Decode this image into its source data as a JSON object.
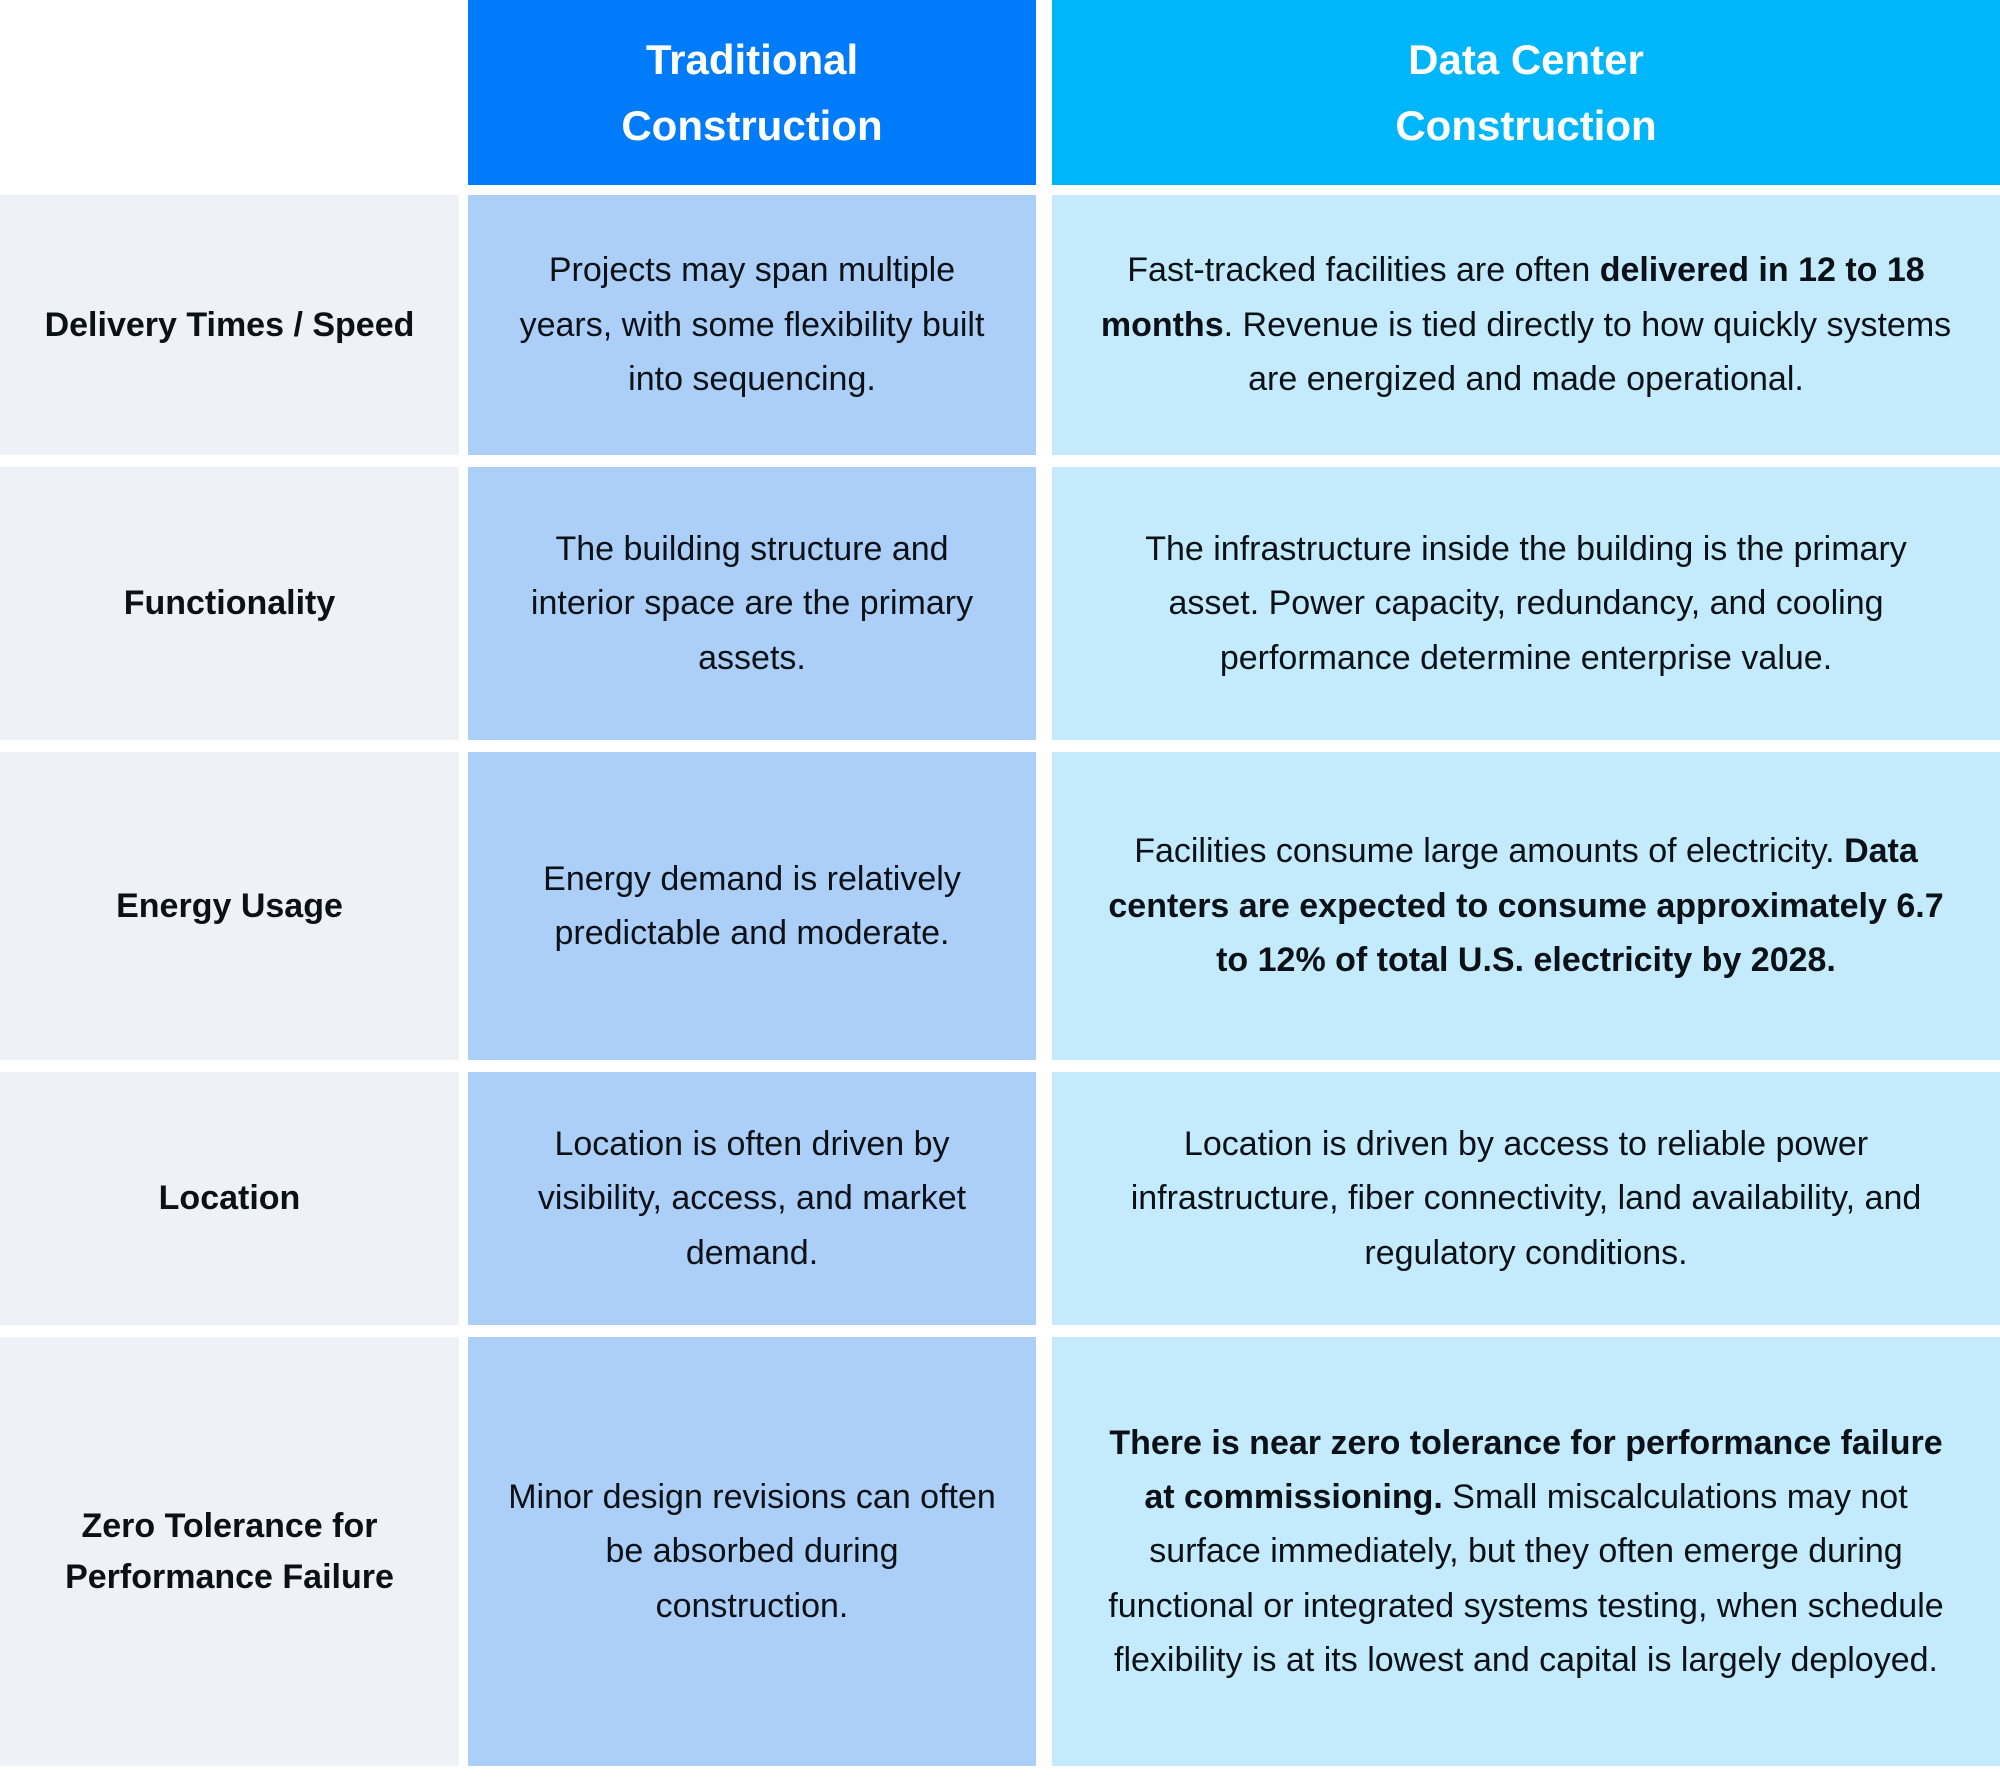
{
  "colors": {
    "header_traditional_bg": "#007BFA",
    "header_datacenter_bg": "#00B6FA",
    "label_bg": "#EEF2F6",
    "traditional_cell_bg": "#ABCFF7",
    "datacenter_cell_bg": "#C3EBFC",
    "header_text": "#FFFFFF",
    "text": "#0C1118"
  },
  "headers": {
    "traditional_lines": [
      "Traditional",
      "Construction"
    ],
    "datacenter_lines": [
      "Data Center",
      "Construction"
    ]
  },
  "rows": [
    {
      "label": "Delivery Times / Speed",
      "traditional": "Projects may span multiple years, with some flexibility built into sequencing.",
      "datacenter": [
        {
          "text": "Fast-tracked facilities are often ",
          "bold": false
        },
        {
          "text": "delivered in 12 to 18 months",
          "bold": true
        },
        {
          "text": ". Revenue is tied directly to how quickly systems are energized and made operational.",
          "bold": false
        }
      ]
    },
    {
      "label": "Functionality",
      "traditional": "The building structure and interior space are the primary assets.",
      "datacenter": [
        {
          "text": "The infrastructure inside the building is the primary asset. Power capacity, redundancy, and cooling performance determine enterprise value.",
          "bold": false
        }
      ]
    },
    {
      "label": "Energy Usage",
      "traditional": "Energy demand is relatively predictable and moderate.",
      "datacenter": [
        {
          "text": "Facilities consume large amounts of electricity. ",
          "bold": false
        },
        {
          "text": "Data centers are expected to consume approximately 6.7 to 12% of total U.S. electricity by 2028.",
          "bold": true
        }
      ]
    },
    {
      "label": "Location",
      "traditional": "Location is often driven by visibility, access, and market demand.",
      "datacenter": [
        {
          "text": "Location is driven by access to reliable power infrastructure, fiber connectivity, land availability, and regulatory conditions.",
          "bold": false
        }
      ]
    },
    {
      "label": "Zero Tolerance for Performance Failure",
      "traditional": "Minor design revisions can often be absorbed during construction.",
      "datacenter": [
        {
          "text": "There is near zero tolerance for performance failure at commissioning.",
          "bold": true
        },
        {
          "text": " Small miscalculations may not surface immediately, but they often emerge during functional or integrated systems testing, when schedule flexibility is at its lowest and capital is largely deployed.",
          "bold": false
        }
      ]
    }
  ],
  "chart_data": {
    "type": "table",
    "columns": [
      "",
      "Traditional Construction",
      "Data Center Construction"
    ],
    "rows": [
      [
        "Delivery Times / Speed",
        "Projects may span multiple years, with some flexibility built into sequencing.",
        "Fast-tracked facilities are often delivered in 12 to 18 months. Revenue is tied directly to how quickly systems are energized and made operational."
      ],
      [
        "Functionality",
        "The building structure and interior space are the primary assets.",
        "The infrastructure inside the building is the primary asset. Power capacity, redundancy, and cooling performance determine enterprise value."
      ],
      [
        "Energy Usage",
        "Energy demand is relatively predictable and moderate.",
        "Facilities consume large amounts of electricity. Data centers are expected to consume approximately 6.7 to 12% of total U.S. electricity by 2028."
      ],
      [
        "Location",
        "Location is often driven by visibility, access, and market demand.",
        "Location is driven by access to reliable power infrastructure, fiber connectivity, land availability, and regulatory conditions."
      ],
      [
        "Zero Tolerance for Performance Failure",
        "Minor design revisions can often be absorbed during construction.",
        "There is near zero tolerance for performance failure at commissioning. Small miscalculations may not surface immediately, but they often emerge during functional or integrated systems testing, when schedule flexibility is at its lowest and capital is largely deployed."
      ]
    ]
  }
}
